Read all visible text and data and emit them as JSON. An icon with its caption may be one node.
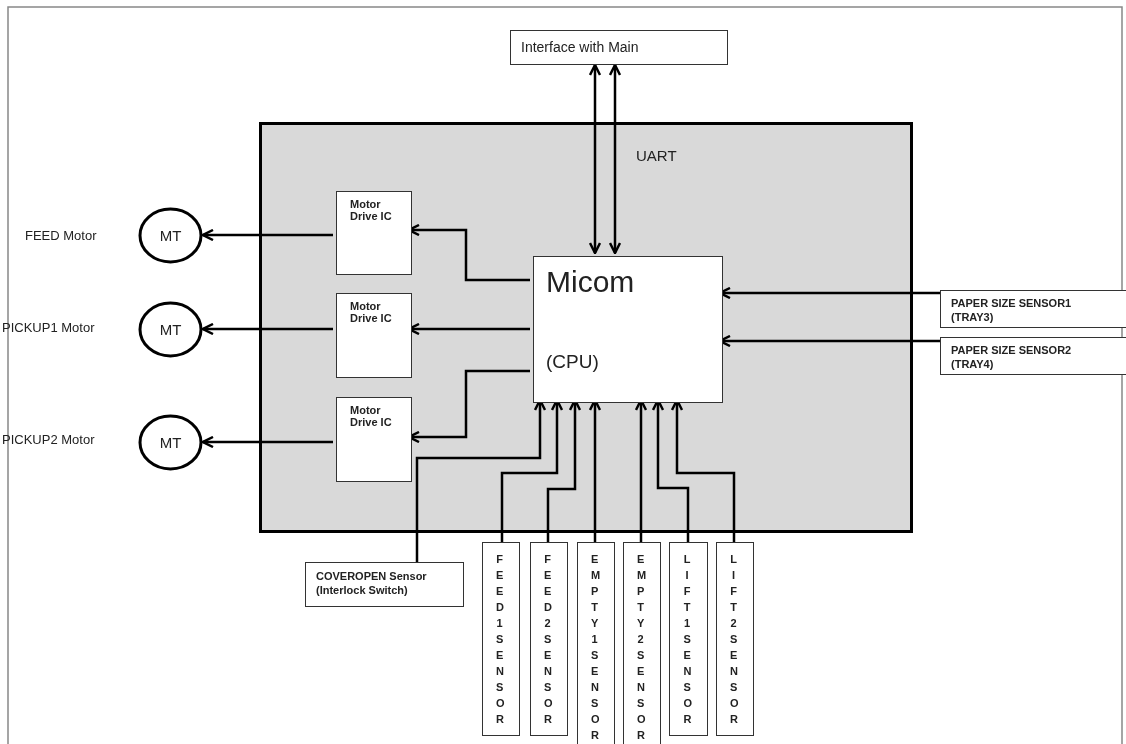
{
  "diagram": {
    "nodes": [
      {
        "text": [
          "Interface with Main"
        ]
      },
      {
        "text": [
          "UART"
        ]
      },
      {
        "text": [
          "Motor Drive IC"
        ],
        "in": 1
      },
      {
        "text": [
          "MT"
        ],
        "beside": [
          "FEED Motor"
        ]
      },
      {
        "text": [
          "Motor Drive IC"
        ],
        "in": 1
      },
      {
        "text": [
          "MT"
        ],
        "beside": [
          "PICKUP1 Motor"
        ]
      },
      {
        "text": [
          "Motor Drive IC"
        ],
        "in": 1
      },
      {
        "text": [
          "MT"
        ],
        "beside": [
          "PICKUP2 Motor"
        ]
      },
      {
        "text": [
          "Micom",
          "(CPU)"
        ],
        "in": 1
      },
      {
        "text": [
          "PAPER SIZE SENSOR1 (TRAY3)"
        ]
      },
      {
        "text": [
          "PAPER SIZE SENSOR2 (TRAY4)"
        ]
      },
      {
        "text": [
          "COVEROPEN Sensor (Interlock Switch)"
        ]
      },
      {
        "text": [
          "FEED1SENSOR"
        ]
      },
      {
        "text": [
          "FEED2SENSOR"
        ]
      },
      {
        "text": [
          "EMPTY1SENSOR"
        ]
      },
      {
        "text": [
          "EMPTY2SENSOR"
        ]
      },
      {
        "text": [
          "LIFT1SENSOR"
        ]
      },
      {
        "text": [
          "LIFT2SENSOR"
        ]
      }
    ],
    "edges": [
      {
        "from": 8,
        "to": 0,
        "arrow": "both"
      },
      {
        "from": 8,
        "to": 0,
        "arrow": "both"
      },
      {
        "from": 8,
        "to": 2,
        "arrow": "to"
      },
      {
        "from": 8,
        "to": 4,
        "arrow": "to"
      },
      {
        "from": 8,
        "to": 6,
        "arrow": "to"
      },
      {
        "from": 2,
        "to": 3,
        "arrow": "to"
      },
      {
        "from": 4,
        "to": 5,
        "arrow": "to"
      },
      {
        "from": 6,
        "to": 7,
        "arrow": "to"
      },
      {
        "from": 9,
        "to": 8,
        "arrow": "to"
      },
      {
        "from": 10,
        "to": 8,
        "arrow": "to"
      },
      {
        "from": 11,
        "to": 8,
        "arrow": "to"
      },
      {
        "from": 12,
        "to": 8,
        "arrow": "to"
      },
      {
        "from": 13,
        "to": 8,
        "arrow": "to"
      },
      {
        "from": 14,
        "to": 8,
        "arrow": "to"
      },
      {
        "from": 15,
        "to": 8,
        "arrow": "to"
      },
      {
        "from": 16,
        "to": 8,
        "arrow": "to"
      },
      {
        "from": 17,
        "to": 8,
        "arrow": "to"
      }
    ]
  }
}
